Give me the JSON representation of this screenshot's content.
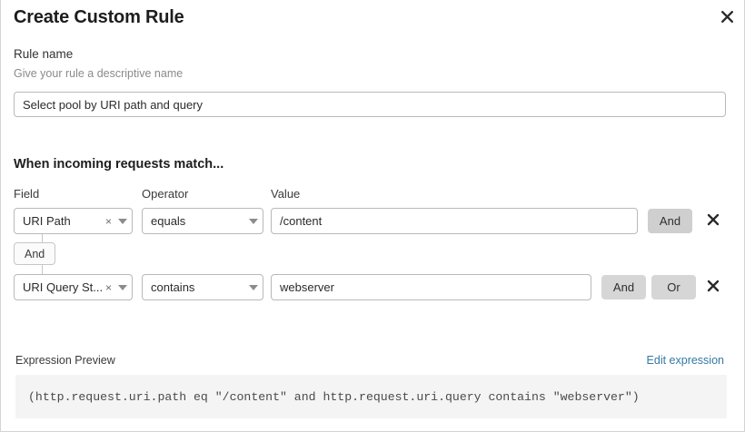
{
  "dialog": {
    "title": "Create Custom Rule",
    "close_icon": "close-icon"
  },
  "rule_name": {
    "label": "Rule name",
    "help": "Give your rule a descriptive name",
    "value": "Select pool by URI path and query",
    "placeholder": "Rule name"
  },
  "match_section": {
    "heading": "When incoming requests match...",
    "columns": {
      "field": "Field",
      "operator": "Operator",
      "value": "Value"
    },
    "rows": [
      {
        "field": "URI Path",
        "operator": "equals",
        "value": "/content",
        "value_placeholder": "Value",
        "clear_glyph": "×",
        "logic_buttons": [
          "And"
        ],
        "delete_icon": "close-icon"
      },
      {
        "field": "URI Query St...",
        "operator": "contains",
        "value": "webserver",
        "value_placeholder": "Value",
        "clear_glyph": "×",
        "logic_buttons": [
          "And",
          "Or"
        ],
        "delete_icon": "close-icon"
      }
    ],
    "connector": {
      "label": "And"
    }
  },
  "expression_preview": {
    "label": "Expression Preview",
    "edit_link": "Edit expression",
    "expression": "(http.request.uri.path eq \"/content\" and http.request.uri.query contains \"webserver\")"
  },
  "colors": {
    "link": "#3579a6",
    "button_bg": "#d6d6d6",
    "code_bg": "#f4f4f4",
    "border": "#b9b9b9",
    "text": "#262626",
    "muted": "#8a8a8a"
  }
}
